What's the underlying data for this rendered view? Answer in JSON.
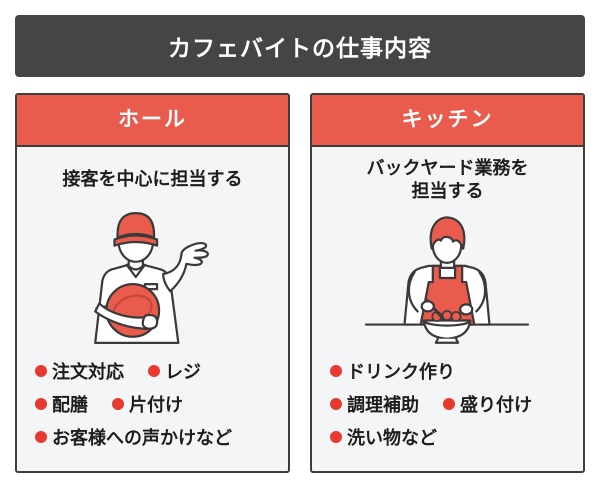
{
  "page": {
    "title": "カフェバイトの仕事内容"
  },
  "colors": {
    "banner_bg": "#454545",
    "card_header_red": "#e95c4d",
    "bullet_red": "#e8392f",
    "card_body_bg": "#f4f5f7",
    "border": "#3d3d3d",
    "text": "#1d1d1d"
  },
  "cards": [
    {
      "title": "ホール",
      "desc": [
        "接客を中心に担当する"
      ],
      "illustration": "waiter-icon",
      "duties": [
        [
          "注文対応",
          "レジ"
        ],
        [
          "配膳",
          "片付け"
        ],
        [
          "お客様への声かけなど"
        ]
      ]
    },
    {
      "title": "キッチン",
      "desc": [
        "バックヤード業務を",
        "担当する"
      ],
      "illustration": "cook-icon",
      "duties": [
        [
          "ドリンク作り"
        ],
        [
          "調理補助",
          "盛り付け"
        ],
        [
          "洗い物など"
        ]
      ]
    }
  ]
}
